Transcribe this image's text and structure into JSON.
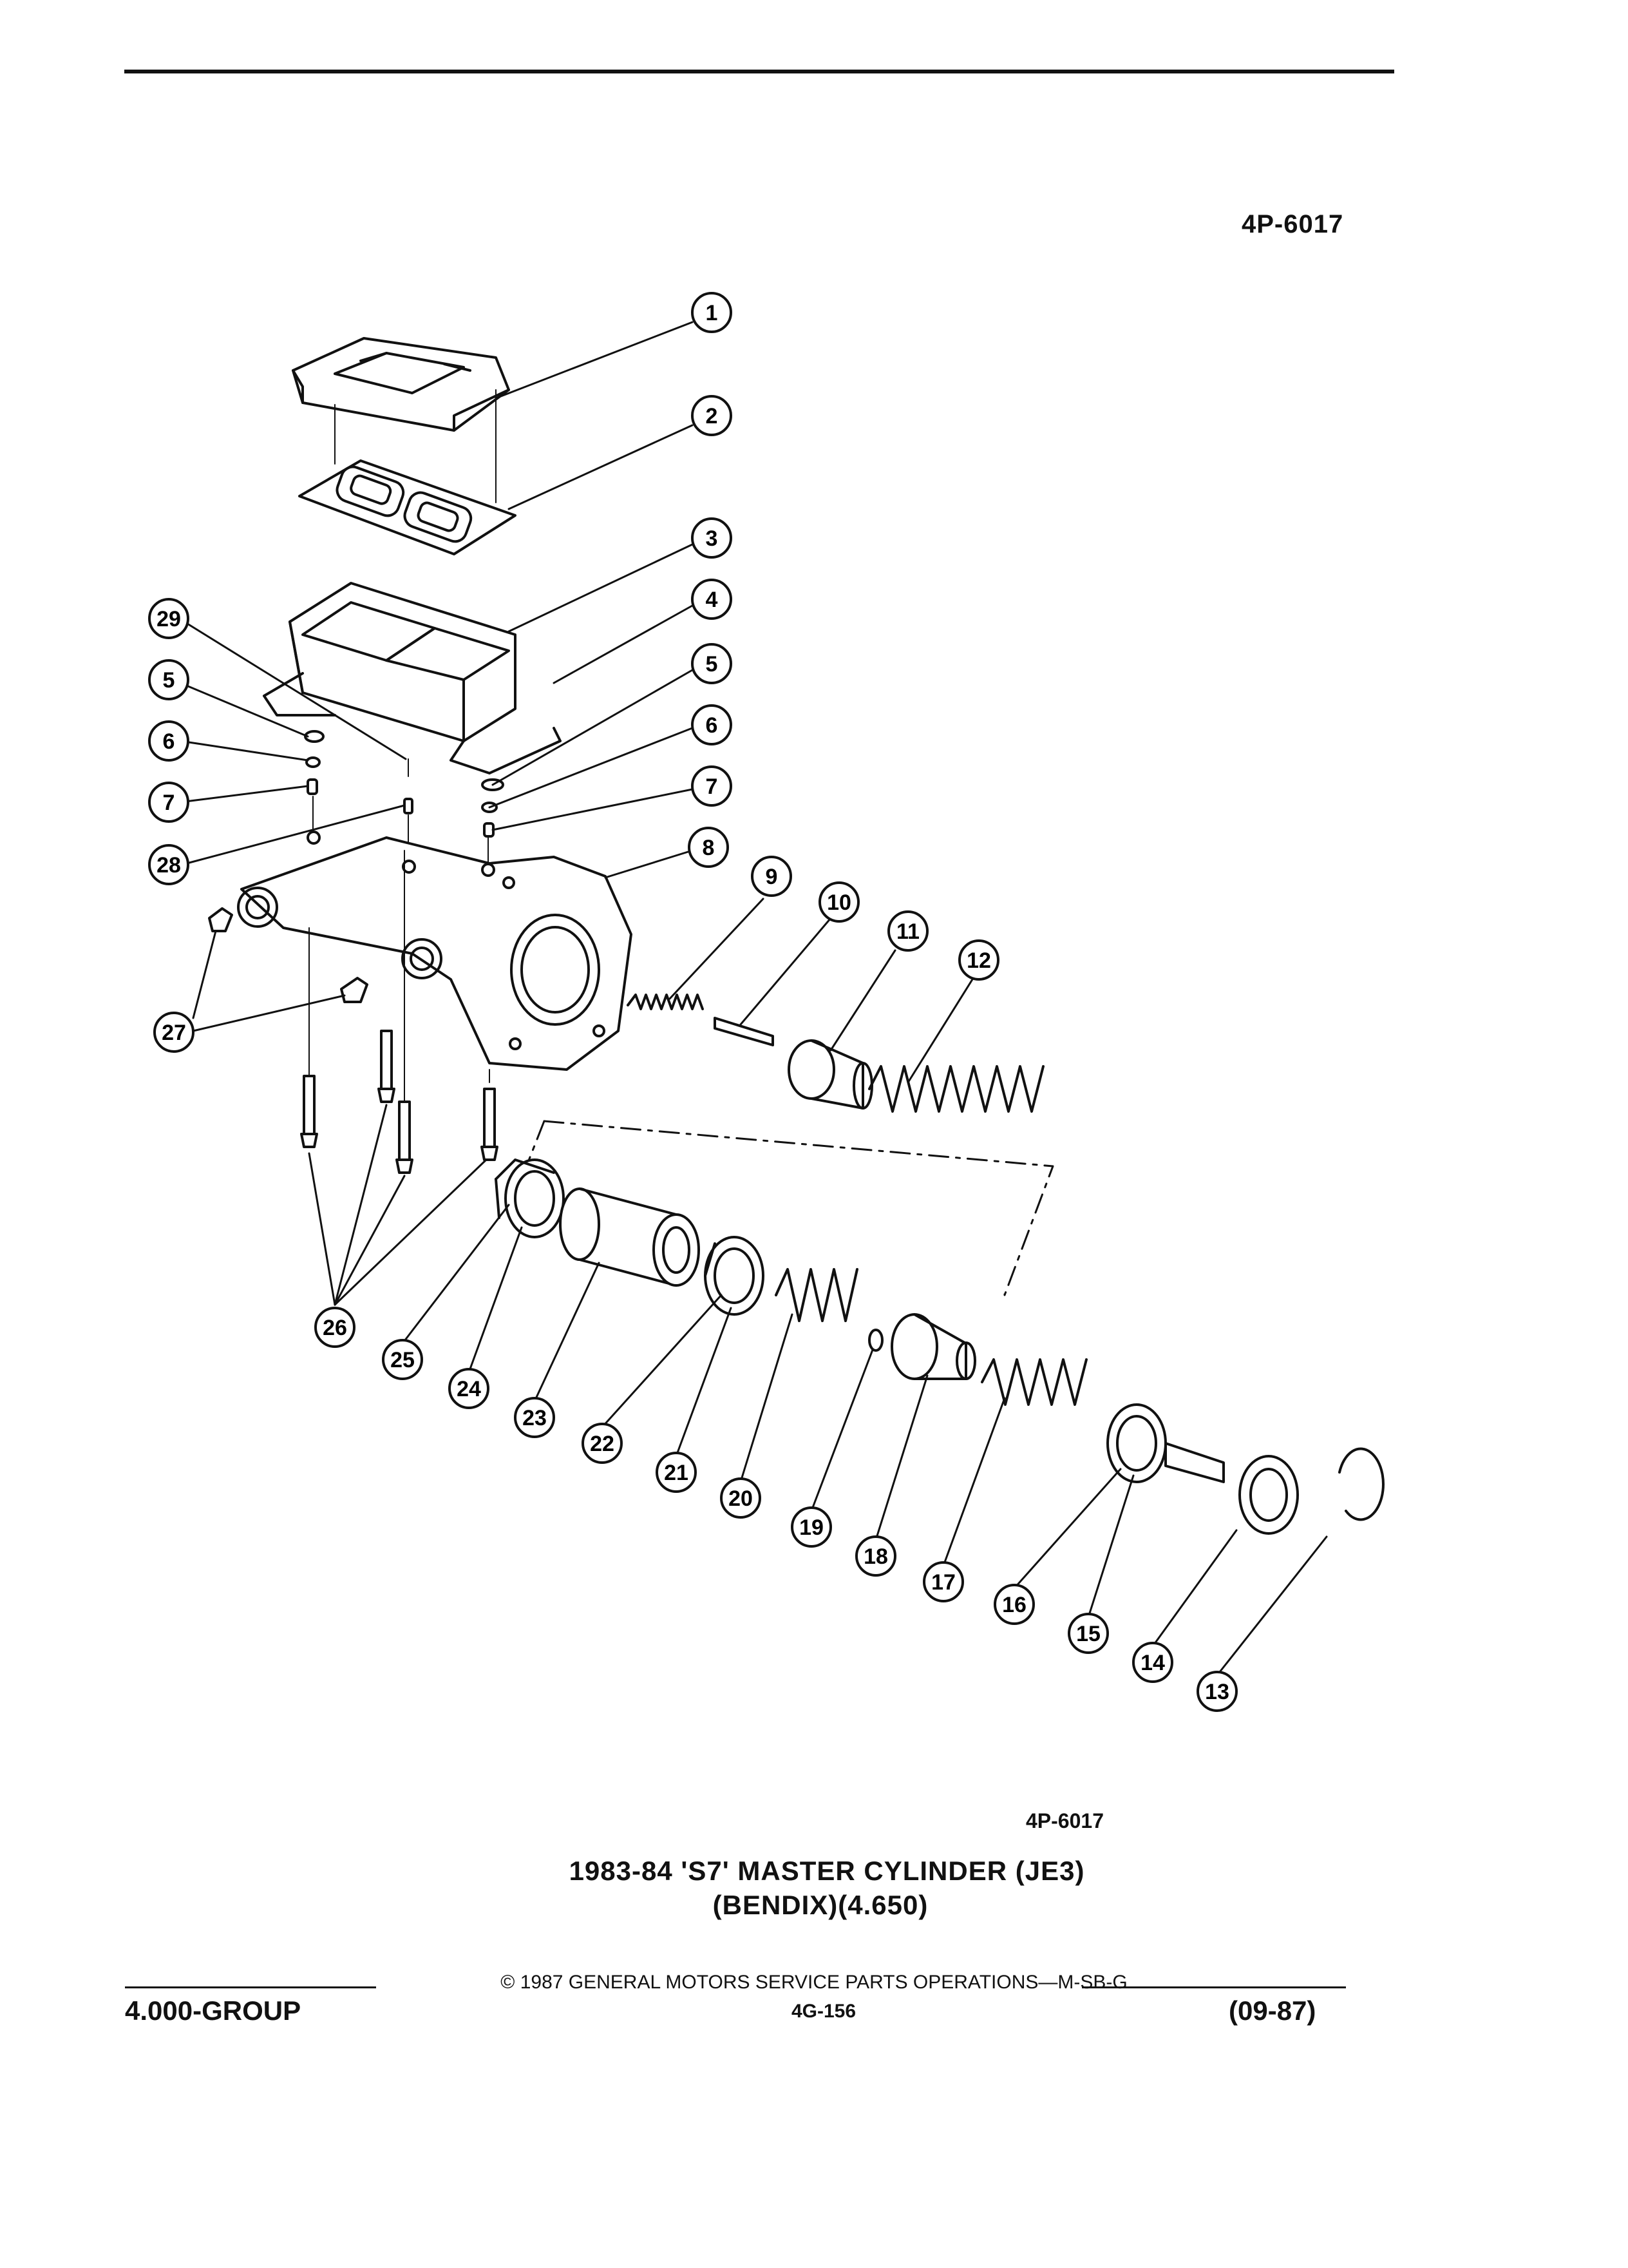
{
  "header": {
    "figure_code_top": "4P-6017"
  },
  "figure": {
    "figure_code_bottom": "4P-6017",
    "title_line1": "1983-84 'S7' MASTER CYLINDER (JE3)",
    "title_line2": "(BENDIX)(4.650)"
  },
  "callouts": {
    "c1": "1",
    "c2": "2",
    "c3": "3",
    "c4": "4",
    "c5a": "5",
    "c5b": "5",
    "c6a": "6",
    "c6b": "6",
    "c7a": "7",
    "c7b": "7",
    "c8": "8",
    "c9": "9",
    "c10": "10",
    "c11": "11",
    "c12": "12",
    "c13": "13",
    "c14": "14",
    "c15": "15",
    "c16": "16",
    "c17": "17",
    "c18": "18",
    "c19": "19",
    "c20": "20",
    "c21": "21",
    "c22": "22",
    "c23": "23",
    "c24": "24",
    "c25": "25",
    "c26": "26",
    "c27": "27",
    "c28": "28",
    "c29": "29"
  },
  "footer": {
    "copyright": "© 1987 GENERAL MOTORS SERVICE PARTS OPERATIONS—M-SB-G",
    "group": "4.000-GROUP",
    "page_number": "4G-156",
    "date_code": "(09-87)"
  }
}
